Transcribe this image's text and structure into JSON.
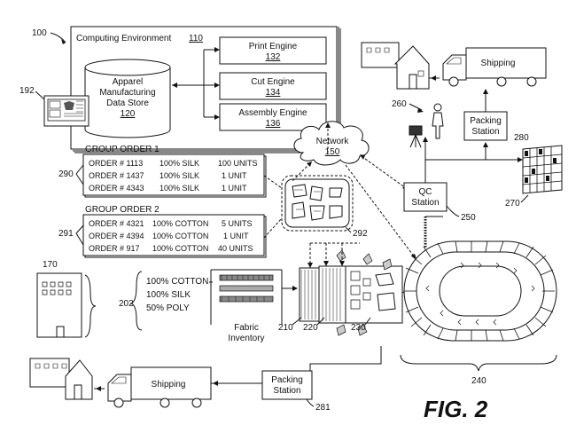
{
  "refs": {
    "r100": "100",
    "r110": "110",
    "r120": "120",
    "r132": "132",
    "r134": "134",
    "r136": "136",
    "r150": "150",
    "r170": "170",
    "r192": "192",
    "r202": "202",
    "r210": "210",
    "r220": "220",
    "r230": "230",
    "r240": "240",
    "r250": "250",
    "r260": "260",
    "r270": "270",
    "r280": "280",
    "r281": "281",
    "r290": "290",
    "r291": "291",
    "r292": "292"
  },
  "computing_environment": {
    "title": "Computing Environment",
    "data_store": [
      "Apparel",
      "Manufacturing",
      "Data Store"
    ],
    "print_engine": "Print Engine",
    "cut_engine": "Cut Engine",
    "assembly_engine": "Assembly Engine"
  },
  "network": "Network",
  "group_order_1": {
    "title": "GROUP ORDER 1",
    "rows": [
      {
        "order": "ORDER # 1113",
        "material": "100% SILK",
        "qty": "100 UNITS"
      },
      {
        "order": "ORDER # 1437",
        "material": "100% SILK",
        "qty": "1 UNIT"
      },
      {
        "order": "ORDER # 4343",
        "material": "100% SILK",
        "qty": "1 UNIT"
      }
    ]
  },
  "group_order_2": {
    "title": "GROUP ORDER 2",
    "rows": [
      {
        "order": "ORDER # 4321",
        "material": "100% COTTON",
        "qty": "5 UNITS"
      },
      {
        "order": "ORDER # 4394",
        "material": "100% COTTON",
        "qty": "1 UNIT"
      },
      {
        "order": "ORDER # 917",
        "material": "100% COTTON",
        "qty": "40 UNITS"
      }
    ]
  },
  "fabrics": [
    "100% COTTON",
    "100% SILK",
    "50% POLY"
  ],
  "fabric_inventory": [
    "Fabric",
    "Inventory"
  ],
  "qc_station": [
    "QC",
    "Station"
  ],
  "packing_station": [
    "Packing",
    "Station"
  ],
  "shipping": "Shipping",
  "figure_label": "FIG. 2"
}
